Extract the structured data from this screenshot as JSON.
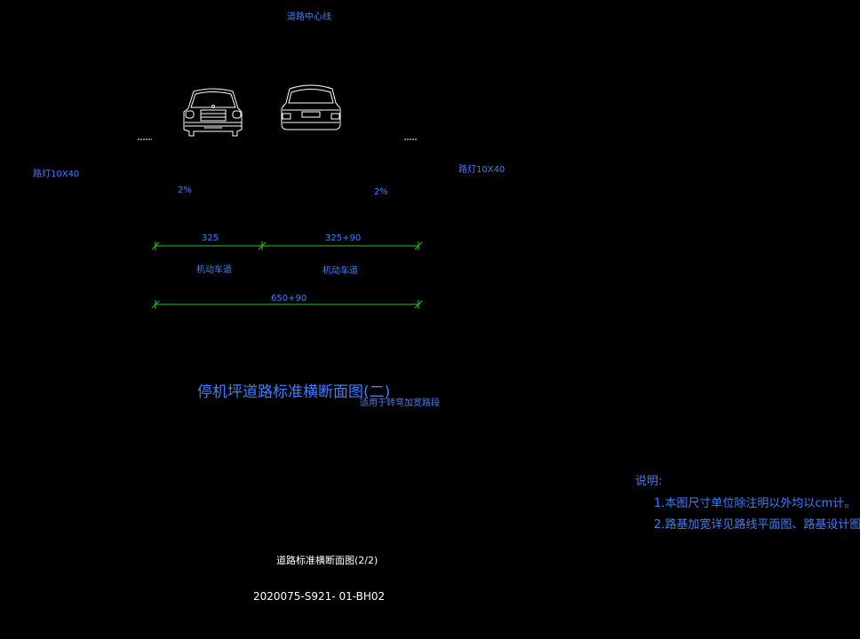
{
  "colors": {
    "background": "#000000",
    "text_blue": "#3f7dff",
    "dimension_green": "#22c822",
    "dimension_text": "#2f6cff",
    "vehicle_white": "#ffffff"
  },
  "labels": {
    "centerline": "道路中心线",
    "left_lamp": "路灯10X40",
    "right_lamp": "路灯10X40",
    "left_slope": "2%",
    "right_slope": "2%",
    "dim_left": "325",
    "dim_right": "325+90",
    "lane_left": "机动车道",
    "lane_right": "机动车道",
    "dim_total": "650+90",
    "drawing_title": "停机坪道路标准横断面图(二)",
    "drawing_subtitle": "适用于转弯加宽路段"
  },
  "notes": {
    "heading": "说明:",
    "items": [
      "1.本图尺寸单位除注明以外均以cm计。",
      "2.路基加宽详见路线平面图、路基设计图。"
    ]
  },
  "title_block": {
    "sheet_name": "道路标准横断面图(2/2)",
    "drawing_number": "2020075-S921-  01-BH02"
  },
  "icons": {
    "left_vehicle": "car-front-icon",
    "right_vehicle": "car-rear-icon"
  }
}
